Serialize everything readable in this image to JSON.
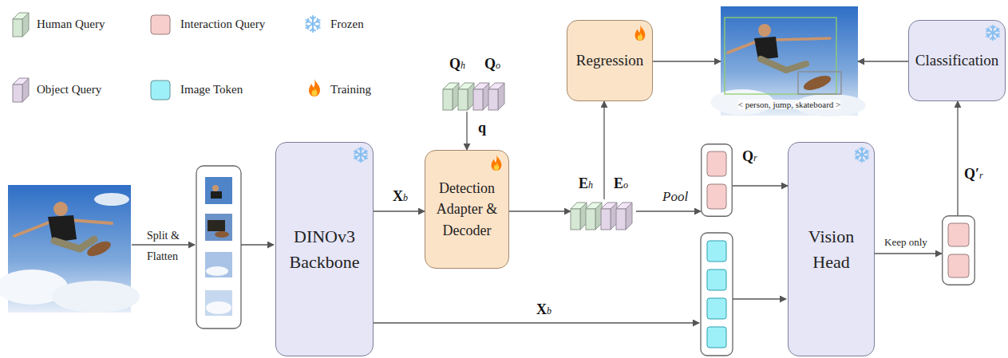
{
  "diagram": {
    "nodes": [
      {
        "text": [
          "DINOv3 Backbone"
        ]
      },
      {
        "text": [
          "Qh",
          "Qo"
        ]
      },
      {
        "text": [
          "Detection Adapter & Decoder"
        ]
      },
      {
        "text": [
          "Eh",
          "Eo"
        ]
      },
      {
        "text": [
          "Regression"
        ]
      },
      {
        "text": [
          "< person, jump, skateboard >"
        ]
      },
      {
        "text": [
          "Qr"
        ]
      },
      {
        "text": [
          "Vision Head"
        ]
      },
      {
        "text": [
          "Q′r"
        ]
      },
      {
        "text": [
          "Classification"
        ]
      }
    ],
    "edges": [
      {
        "from": 0,
        "to": 2,
        "arrow": "to",
        "label": "Xb"
      },
      {
        "from": 1,
        "to": 2,
        "arrow": "to",
        "label": "q"
      },
      {
        "from": 2,
        "to": 3,
        "arrow": "to"
      },
      {
        "from": 3,
        "to": 4,
        "arrow": "to"
      },
      {
        "from": 4,
        "to": 5,
        "arrow": "to"
      },
      {
        "from": 3,
        "to": 6,
        "arrow": "to",
        "label": "Pool"
      },
      {
        "from": 6,
        "to": 7,
        "arrow": "to"
      },
      {
        "from": 7,
        "to": 8,
        "arrow": "to",
        "label": "Keep only"
      },
      {
        "from": 8,
        "to": 9,
        "arrow": "to"
      },
      {
        "from": 9,
        "to": 5,
        "arrow": "to"
      }
    ],
    "labels": [
      "Split & Flatten",
      "Xb"
    ],
    "legend": [
      {
        "text": "Human Query",
        "color": "#d5e8d4"
      },
      {
        "text": "Interaction Query",
        "color": "#f8cecc"
      },
      {
        "text": "Frozen"
      },
      {
        "text": "Object Query",
        "color": "#e1d5e7"
      },
      {
        "text": "Image Token",
        "color": "#9ef0f8"
      },
      {
        "text": "Training"
      }
    ]
  }
}
